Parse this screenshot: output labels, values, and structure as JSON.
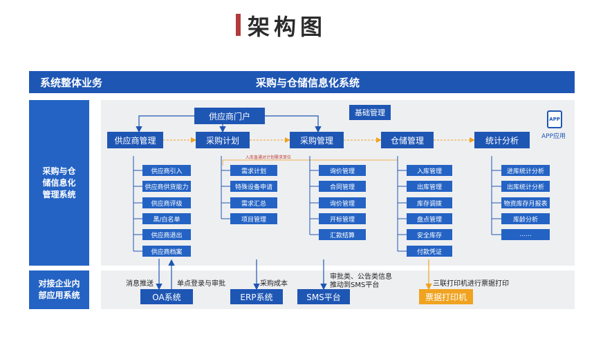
{
  "title": "架构图",
  "band": {
    "left": "系统整体业务",
    "right": "采购与仓储信息化系统"
  },
  "side": {
    "main": "采购与仓\n储信息化\n管理系统",
    "bottom": "对接企业内\n部应用系统"
  },
  "portal": "供应商门户",
  "basic": "基础管理",
  "app": {
    "icon_text": "APP",
    "label": "APP应用"
  },
  "headers": [
    "供应商管理",
    "采购计划",
    "采购管理",
    "仓储管理",
    "统计分析"
  ],
  "red_note": "入库直通对计划需求单位",
  "columns": [
    [
      "供应商引入",
      "供应商供货能力",
      "供应商评级",
      "黑/白名单",
      "供应商退出",
      "供应商档案"
    ],
    [
      "需求计划",
      "特殊设备申请",
      "需求汇总",
      "项目管理"
    ],
    [
      "询价管理",
      "合同管理",
      "询价管理",
      "开标管理",
      "汇款结算"
    ],
    [
      "入库管理",
      "出库管理",
      "库存调拨",
      "盘点管理",
      "安全库存",
      "付款凭证"
    ],
    [
      "进库统计分析",
      "出库统计分析",
      "物资库存月报表",
      "库龄分析",
      "......"
    ]
  ],
  "systems": [
    "OA系统",
    "ERP系统",
    "SMS平台",
    "票据打印机"
  ],
  "notes": {
    "msg": "消息推送",
    "sso": "单点登录与审批",
    "cost": "采购成本",
    "sms": "审批类、公告类信息\n推动到SMS平台",
    "print": "三联打印机进行票据打印"
  },
  "colors": {
    "primary": "#1e56b4",
    "secondary": "#2463c4",
    "accent": "#f0a320",
    "title_bar": "#b23c3c",
    "panel": "#eeeff1"
  }
}
